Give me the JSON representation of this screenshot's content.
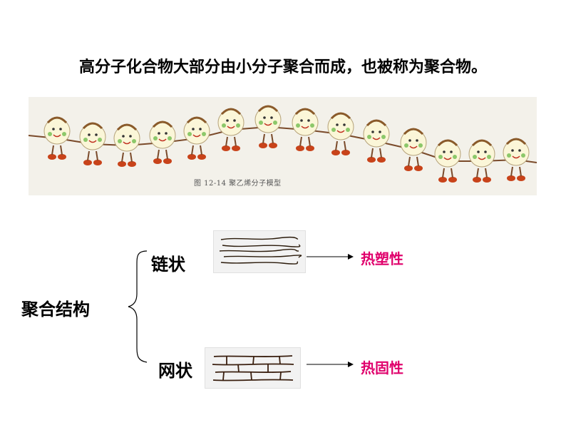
{
  "headline": "高分子化合物大部分由小分子聚合而成，也被称为聚合物。",
  "figure": {
    "caption": "图 12-14   聚乙烯分子模型"
  },
  "diagram": {
    "root": "聚合结构",
    "branches": [
      {
        "label": "链状",
        "property": "热塑性"
      },
      {
        "label": "网状",
        "property": "热固性"
      }
    ]
  },
  "colors": {
    "property_text": "#e0006c",
    "figure_background": "#f3f1ea"
  },
  "icons": {
    "connector": "arrow-right-icon",
    "molecule": "smiley-molecule-icon"
  }
}
